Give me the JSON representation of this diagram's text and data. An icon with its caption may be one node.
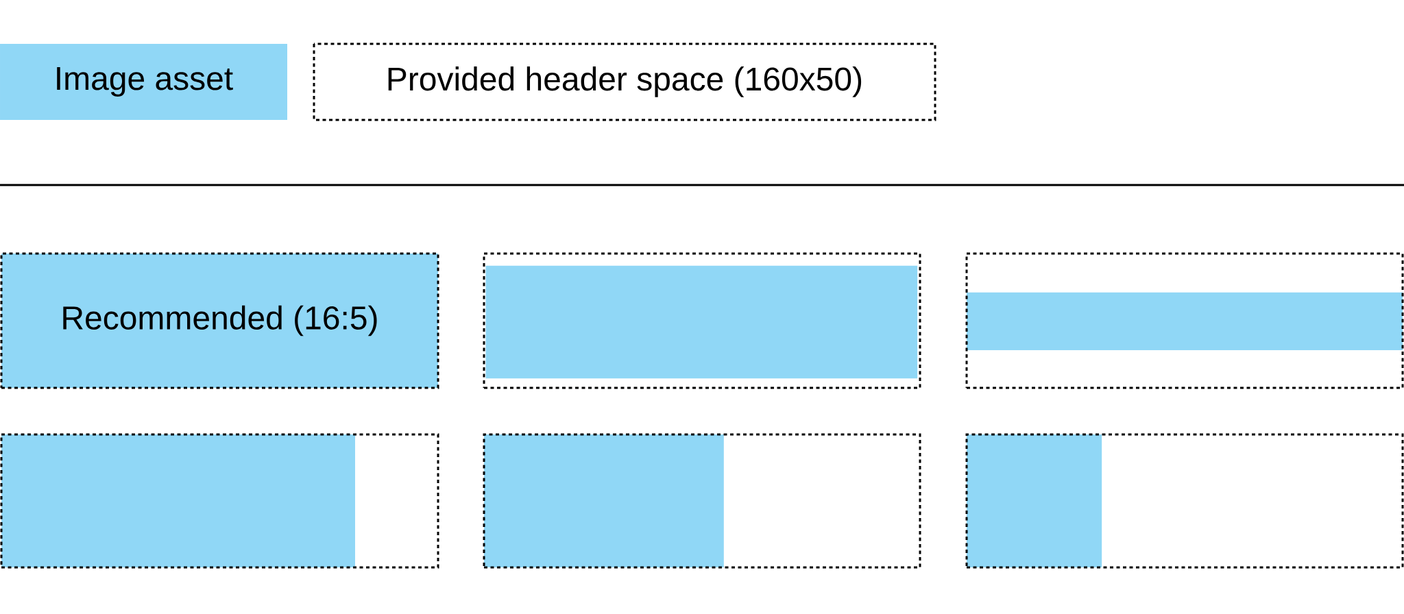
{
  "diagram": {
    "nodes": [
      {
        "text": [
          "Recommended (16:5)"
        ]
      },
      {
        "text": [],
        "shape": "box"
      },
      {
        "text": [],
        "shape": "box"
      },
      {
        "text": [],
        "shape": "box"
      },
      {
        "text": [],
        "shape": "box"
      },
      {
        "text": [],
        "shape": "box"
      },
      {
        "text": [],
        "shape": "bar",
        "in": 1
      },
      {
        "text": [],
        "shape": "bar",
        "in": 2
      },
      {
        "text": [],
        "shape": "bar",
        "in": 3
      },
      {
        "text": [],
        "shape": "bar",
        "in": 4
      },
      {
        "text": [],
        "shape": "bar",
        "in": 5
      }
    ],
    "legend": [
      {
        "text": "Image asset",
        "color": "#90d7f6"
      },
      {
        "text": "Provided header space (160x50)"
      }
    ]
  }
}
